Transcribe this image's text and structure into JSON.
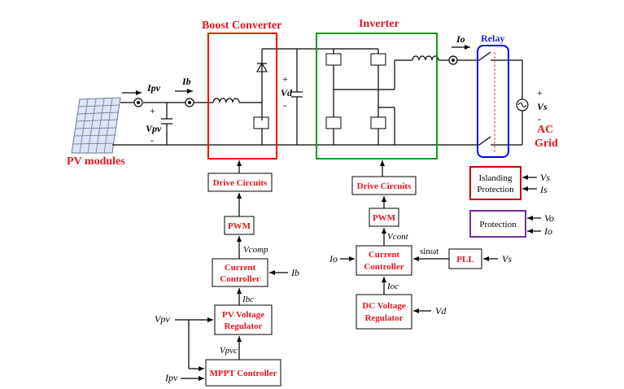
{
  "titles": {
    "boost": "Boost Converter",
    "inverter": "Inverter",
    "relay": "Relay"
  },
  "labels": {
    "pv_modules": "PV modules",
    "ac": "AC",
    "grid": "Grid",
    "plus1": "+",
    "minus1": "-",
    "plus2": "+",
    "minus2": "-",
    "plus3": "+",
    "minus3": "-"
  },
  "signals": {
    "ipv": "Ipv",
    "vpv": "Vpv",
    "ib": "Ib",
    "vd": "Vd",
    "io": "Io",
    "vs": "Vs"
  },
  "blocks": {
    "drive1": "Drive Circuits",
    "pwm1": "PWM",
    "current_ctrl1_line1": "Current",
    "current_ctrl1_line2": "Controller",
    "pv_reg_line1": "PV Voltage",
    "pv_reg_line2": "Regulator",
    "mppt": "MPPT Controller",
    "drive2": "Drive Circuits",
    "pwm2": "PWM",
    "current_ctrl2_line1": "Current",
    "current_ctrl2_line2": "Controller",
    "dcv_line1": "DC Voltage",
    "dcv_line2": "Regulator",
    "pll": "PLL",
    "islanding_line1": "Islanding",
    "islanding_line2": "Protection",
    "protection": "Protection"
  },
  "inputs": {
    "vcomp": "Vcomp",
    "ib_in": "Ib",
    "ibc": "Ibc",
    "vpv_in": "Vpv",
    "vpvc": "Vpvc",
    "ipv_in": "Ipv",
    "vcont": "Vcont",
    "io_in": "Io",
    "sinwt": "sinωt",
    "vs_pll": "Vs",
    "ioc": "Ioc",
    "vd_in": "Vd",
    "isl_vs": "Vs",
    "isl_is": "Is",
    "prot_vo": "Vo",
    "prot_io": "Io"
  },
  "colors": {
    "boost_box": "#ff0000",
    "inverter_box": "#119b1c",
    "relay_box": "#0000ff",
    "islanding_box": "#c00000",
    "protection_box": "#7030a0",
    "block_text": "#e8141c"
  }
}
